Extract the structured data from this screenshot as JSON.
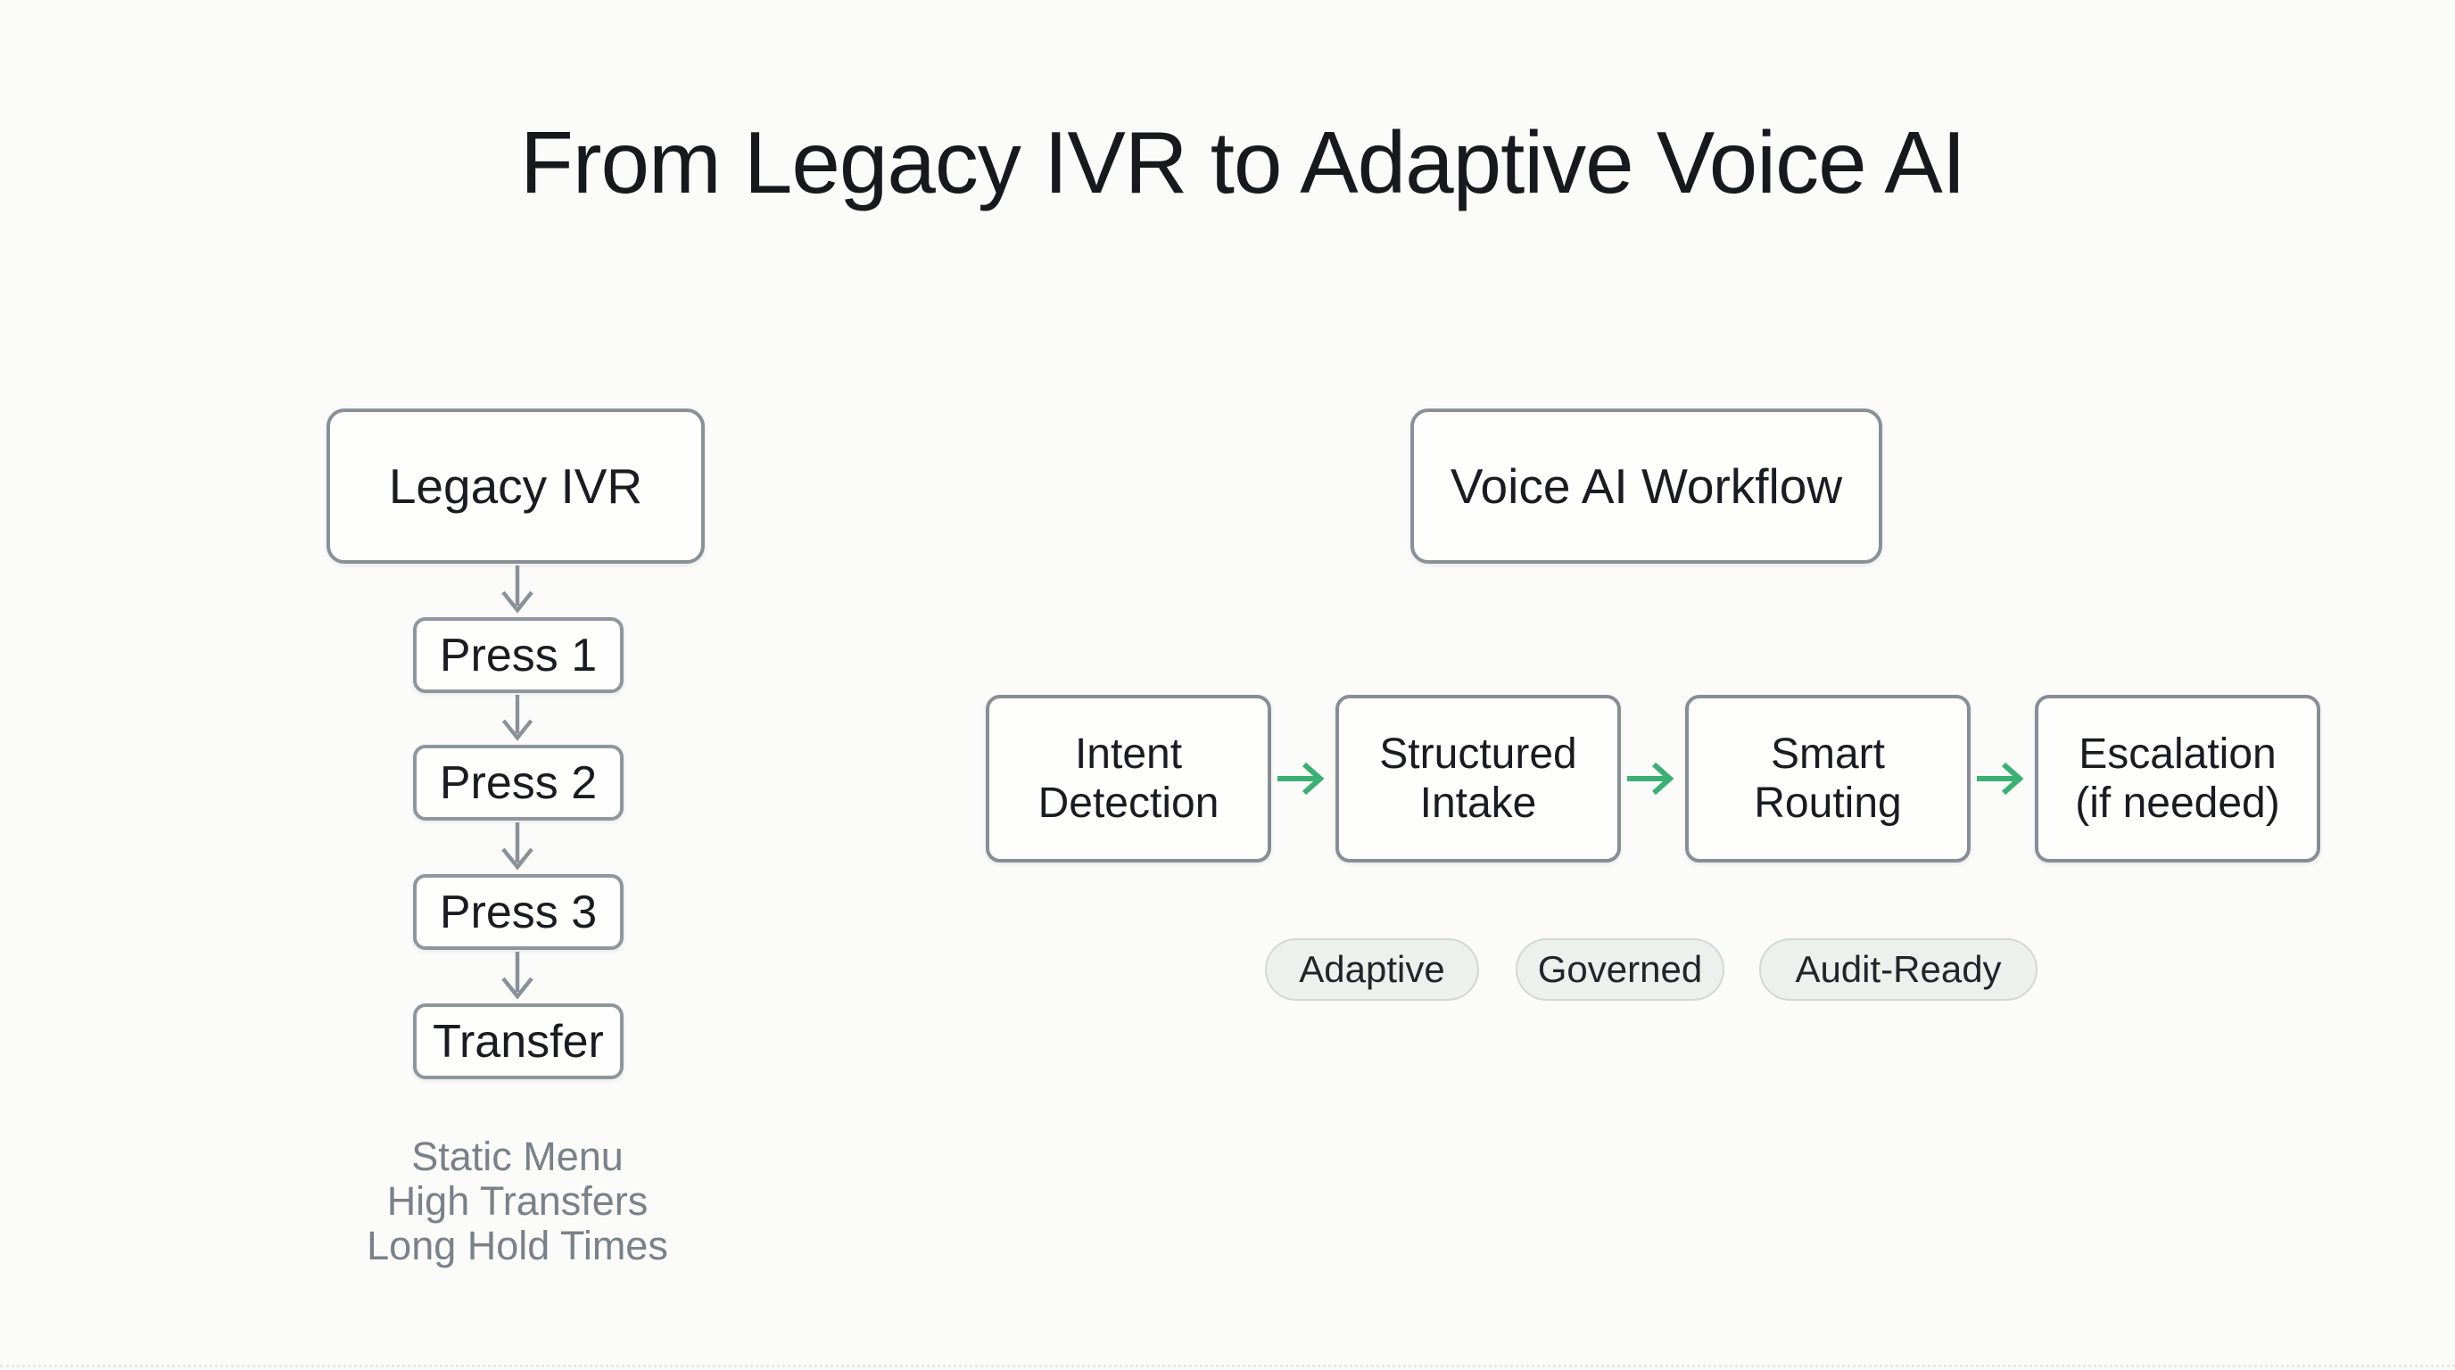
{
  "title": "From Legacy IVR to Adaptive Voice AI",
  "legacy": {
    "header": "Legacy IVR",
    "steps": [
      "Press 1",
      "Press 2",
      "Press 3",
      "Transfer"
    ],
    "drawbacks": [
      "Static Menu",
      "High Transfers",
      "Long Hold Times"
    ]
  },
  "voice_ai": {
    "header": "Voice AI Workflow",
    "steps": [
      "Intent\nDetection",
      "Structured\nIntake",
      "Smart\nRouting",
      "Escalation\n(if needed)"
    ],
    "badges": [
      "Adaptive",
      "Governed",
      "Audit-Ready"
    ]
  },
  "colors": {
    "background": "#fbfbf9",
    "node_border": "#8a9097",
    "node_fill": "#fefefd",
    "text_dark": "#1a1c20",
    "text_muted": "#7b8189",
    "arrow_gray": "#8a9199",
    "arrow_green": "#3bb074",
    "pill_fill": "#eef0ee",
    "pill_border": "#d4d7d6"
  }
}
